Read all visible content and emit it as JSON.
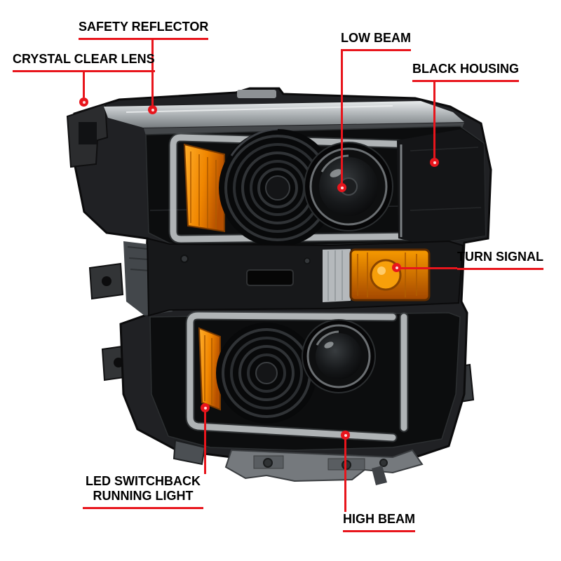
{
  "colors": {
    "accent_red": "#e8151c",
    "housing_black": "#1a1b1d",
    "amber": "#f08600",
    "background": "#ffffff"
  },
  "callouts": [
    {
      "id": "safety-reflector",
      "label": "SAFETY REFLECTOR"
    },
    {
      "id": "crystal-clear-lens",
      "label": "CRYSTAL CLEAR LENS"
    },
    {
      "id": "low-beam",
      "label": "LOW BEAM"
    },
    {
      "id": "black-housing",
      "label": "BLACK HOUSING"
    },
    {
      "id": "turn-signal",
      "label": "TURN SIGNAL"
    },
    {
      "id": "led-switchback-running-light",
      "lines": [
        "LED SWITCHBACK",
        "RUNNING LIGHT"
      ]
    },
    {
      "id": "high-beam",
      "label": "HIGH BEAM"
    }
  ]
}
